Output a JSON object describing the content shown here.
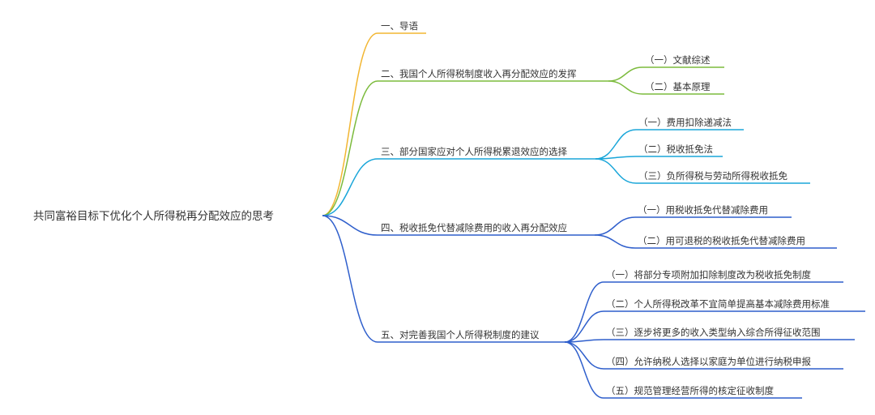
{
  "root": "共同富裕目标下优化个人所得税再分配效应的思考",
  "colors": {
    "b1": "#f2b632",
    "b2": "#7cbb3d",
    "b3": "#1aa6d9",
    "b4": "#2f5fcc",
    "b5": "#2f5fcc",
    "text": "#333333"
  },
  "branches": [
    {
      "label": "一、导语",
      "children": []
    },
    {
      "label": "二、我国个人所得税制度收入再分配效应的发挥",
      "children": [
        "（一）文献综述",
        "（二）基本原理"
      ]
    },
    {
      "label": "三、部分国家应对个人所得税累退效应的选择",
      "children": [
        "（一）费用扣除递减法",
        "（二）税收抵免法",
        "（三）负所得税与劳动所得税收抵免"
      ]
    },
    {
      "label": "四、税收抵免代替减除费用的收入再分配效应",
      "children": [
        "（一）用税收抵免代替减除费用",
        "（二）用可退税的税收抵免代替减除费用"
      ]
    },
    {
      "label": "五、对完善我国个人所得税制度的建议",
      "children": [
        "（一）将部分专项附加扣除制度改为税收抵免制度",
        "（二）个人所得税改革不宜简单提高基本减除费用标准",
        "（三）逐步将更多的收入类型纳入综合所得征收范围",
        "（四）允许纳税人选择以家庭为单位进行纳税申报",
        "（五）规范管理经营所得的核定征收制度"
      ]
    }
  ]
}
